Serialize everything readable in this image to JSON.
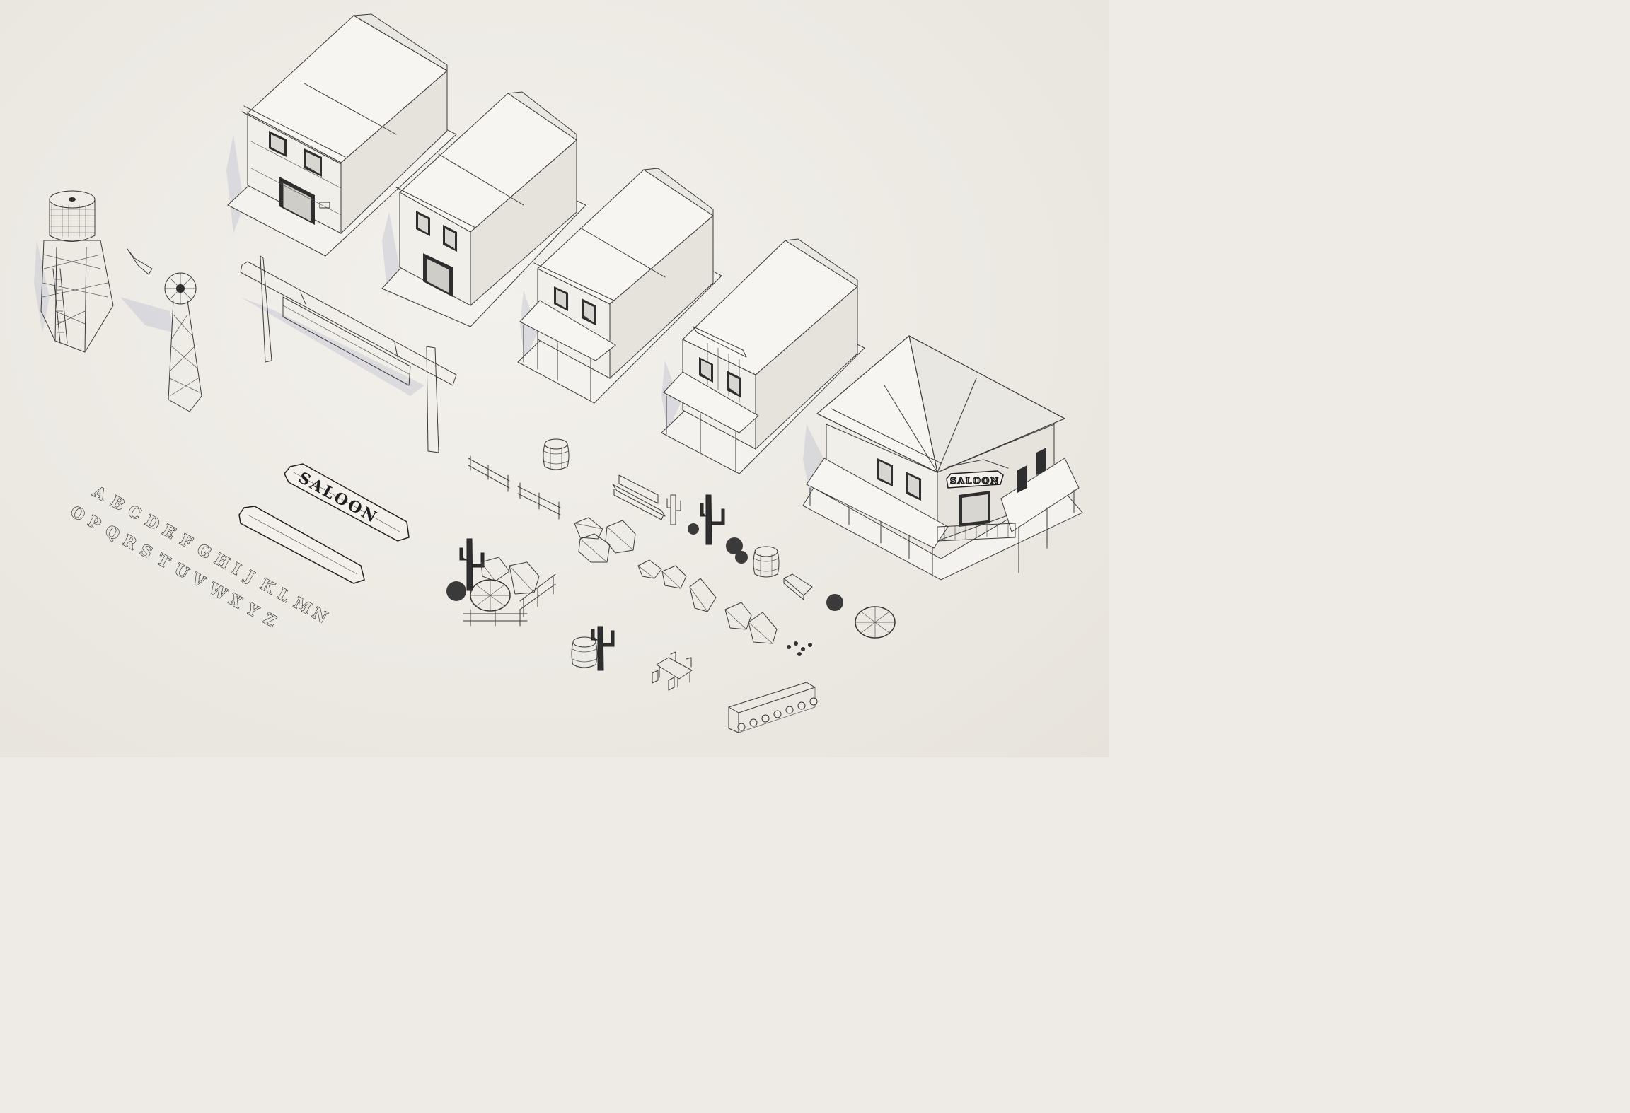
{
  "signs": {
    "saloon_sign_text": "SALOON",
    "saloon_building_sign_text": "SALOON"
  },
  "alphabet": {
    "row1": [
      "A",
      "B",
      "C",
      "D",
      "E",
      "F",
      "G",
      "H",
      "I",
      "J",
      "K",
      "L",
      "M",
      "N"
    ],
    "row2": [
      "O",
      "P",
      "Q",
      "R",
      "S",
      "T",
      "U",
      "V",
      "W",
      "X",
      "Y",
      "Z"
    ]
  }
}
